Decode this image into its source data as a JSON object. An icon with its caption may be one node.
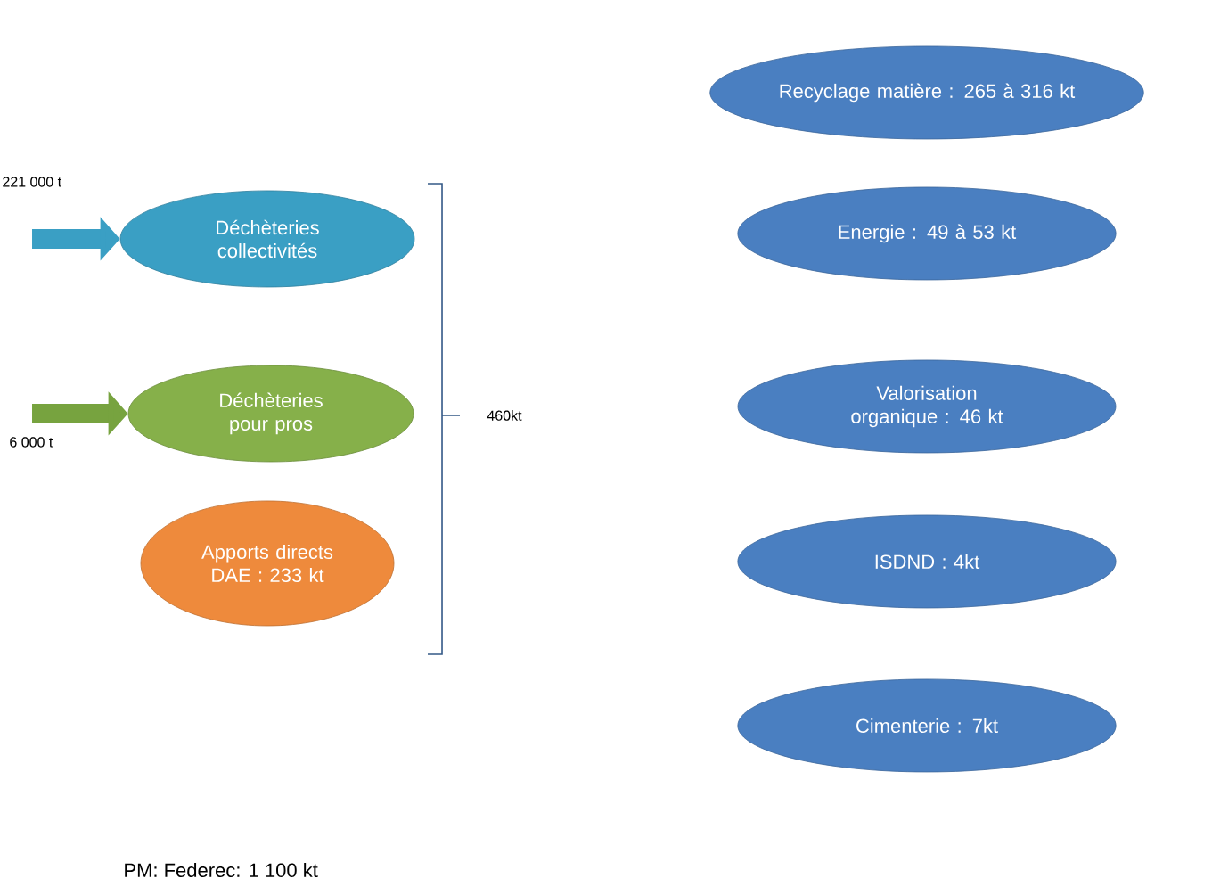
{
  "diagram": {
    "nodes": [
      {
        "text": [
          "Déchèteries collectivités"
        ]
      },
      {
        "text": [
          "Déchèteries pour pros"
        ]
      },
      {
        "text": [
          "Apports directs DAE : 233 kt"
        ]
      },
      {
        "text": [
          "Recyclage matière : 265  à 316 kt"
        ]
      },
      {
        "text": [
          "Energie : 49 à 53 kt"
        ]
      },
      {
        "text": [
          "Valorisation organique : 46 kt"
        ]
      },
      {
        "text": [
          "ISDND : 4kt"
        ]
      },
      {
        "text": [
          "Cimenterie : 7kt"
        ]
      }
    ],
    "edges": [
      {
        "from": null,
        "to": 0,
        "arrow": "to",
        "label": "221 000 t"
      },
      {
        "from": null,
        "to": 1,
        "arrow": "to",
        "label": "6 000 t",
        "color": "#77a33f"
      }
    ],
    "labels": [
      "460kt",
      "PM: Federec: 1 100 kt"
    ]
  }
}
